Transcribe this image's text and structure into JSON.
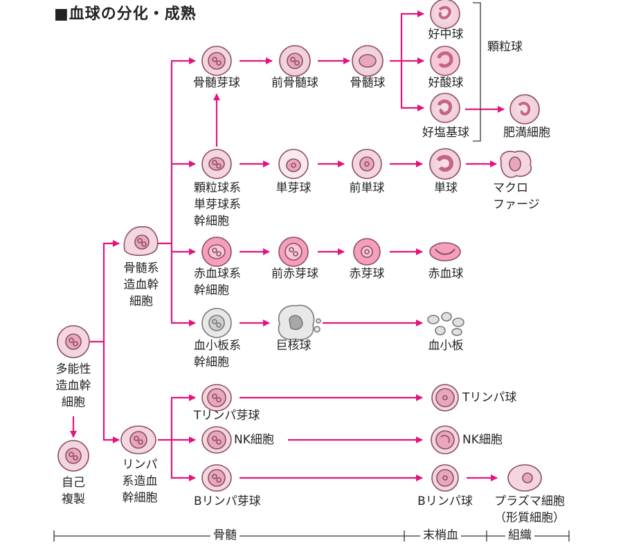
{
  "title": "■血球の分化・成熟",
  "colors": {
    "arrow": "#e5127d",
    "cell_border": "#8a4d62",
    "cell_fill": "#f4d6e0",
    "red_fill": "#f59fbd",
    "gray_fill": "#e8e8e8"
  },
  "cells": {
    "pluripotent": "多能性\n造血幹\n細胞",
    "self_renewal": "自己\n複製",
    "myeloid_stem": "骨髄系\n造血幹\n細胞",
    "lymphoid_stem": "リンパ\n系造血\n幹細胞",
    "myeloblast": "骨髄芽球",
    "promyelocyte": "前骨髄球",
    "myelocyte": "骨髄球",
    "neutrophil": "好中球",
    "eosinophil": "好酸球",
    "basophil": "好塩基球",
    "granulocyte": "顆粒球",
    "mast_cell": "肥満細胞",
    "gm_stem": "顆粒球系\n単芽球系\n幹細胞",
    "monoblast": "単芽球",
    "promonocyte": "前単球",
    "monocyte": "単球",
    "macrophage": "マクロ\nファージ",
    "erythroid_stem": "赤血球系\n幹細胞",
    "proerythroblast": "前赤芽球",
    "erythroblast": "赤芽球",
    "erythrocyte": "赤血球",
    "megakaryocytic_stem": "血小板系\n幹細胞",
    "megakaryocyte": "巨核球",
    "platelet": "血小板",
    "t_lymphoblast": "Tリンパ芽球",
    "t_lymphocyte": "Tリンパ球",
    "nk_cell_precursor": "NK細胞",
    "nk_cell": "NK細胞",
    "b_lymphoblast": "Bリンパ芽球",
    "b_lymphocyte": "Bリンパ球",
    "plasma_cell": "プラズマ細胞\n（形質細胞）"
  },
  "location_bar": {
    "bone_marrow": "骨髄",
    "peripheral_blood": "末梢血",
    "tissue": "組織"
  }
}
